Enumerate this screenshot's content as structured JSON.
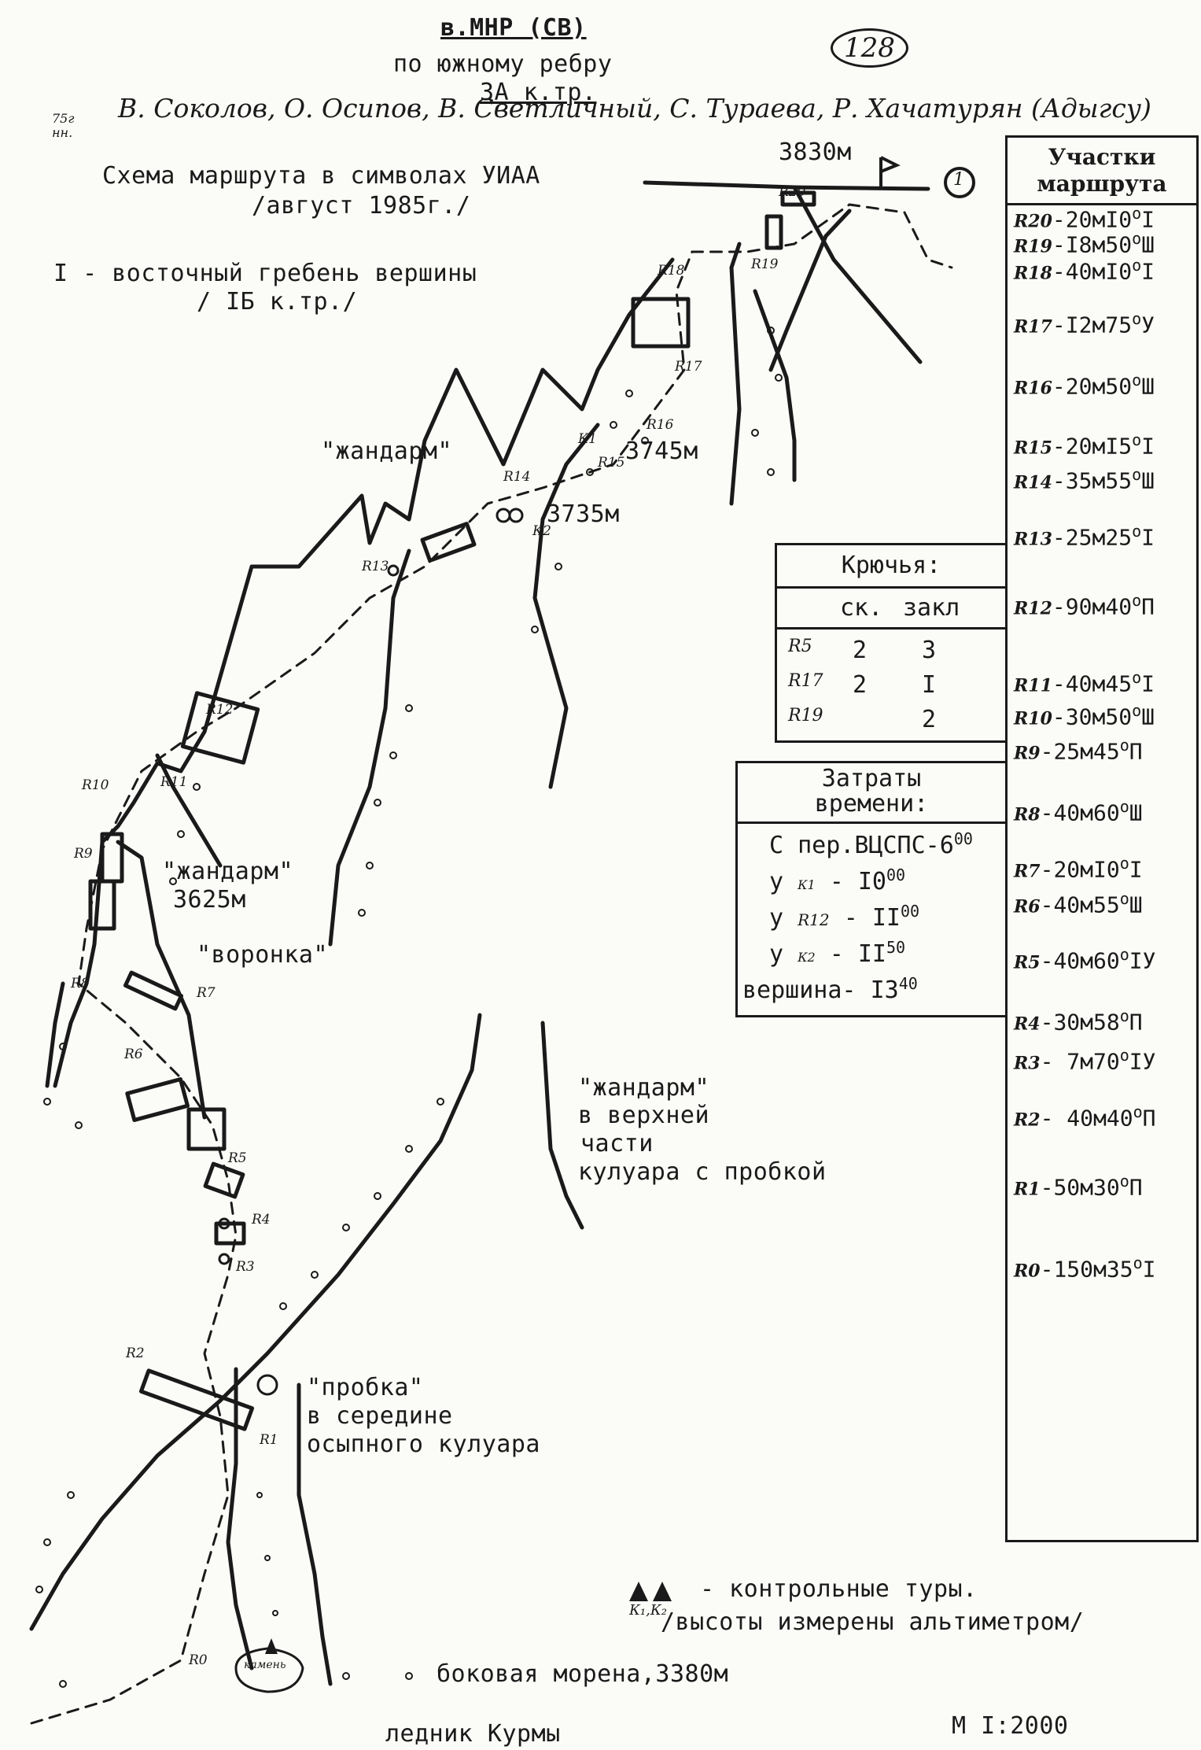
{
  "header": {
    "peak": "в.МНР (СВ)",
    "via": "по южному ребру",
    "grade": "3А к.тр.",
    "doc_number": "128",
    "margin_note": "75г нн.",
    "team": "В. Соколов, О. Осипов, В. Светличный, С. Тураева, Р. Хачатурян (Адыгсу)",
    "scheme_title": "Схема маршрута в символах УИАА",
    "scheme_date": "/август 1985г./",
    "descent_line1": "I - восточный гребень вершины",
    "descent_line2": "/ IБ к.тр./"
  },
  "map_labels": {
    "summit_alt": "3830м",
    "descent_marker": "1",
    "gendarme_upper": "\"жандарм\"",
    "alt_3745": "3745м",
    "alt_3735": "3735м",
    "gendarme_mid": "\"жандарм\"",
    "alt_3625": "3625м",
    "funnel": "\"воронка\"",
    "couloir_gendarme_1": "\"жандарм\"",
    "couloir_gendarme_2": "в верхней",
    "couloir_gendarme_3": "части",
    "couloir_gendarme_4": "кулуара с пробкой",
    "plug_1": "\"пробка\"",
    "plug_2": "в середине",
    "plug_3": "осыпного кулуара",
    "stone": "камень",
    "moraine": "боковая морена,3380м",
    "glacier": "ледник Курмы",
    "scale": "М I:2000",
    "cairns_note": "- контрольные туры.",
    "altimeter_note": "/высоты измерены альтиметром/",
    "cairn_labels": "К₁,К₂",
    "points": [
      "R0",
      "R1",
      "R2",
      "R3",
      "R4",
      "R5",
      "R6",
      "R7",
      "R8",
      "R9",
      "R10",
      "R11",
      "R12",
      "R13",
      "R14",
      "R15",
      "R16",
      "R17",
      "R18",
      "R19",
      "R20",
      "К1",
      "К2"
    ]
  },
  "sections": {
    "title_1": "Участки",
    "title_2": "маршрута",
    "items": [
      {
        "label": "R20",
        "value": "-20мI0",
        "grade": "I"
      },
      {
        "label": "R19",
        "value": "-I8м50",
        "grade": "Ш"
      },
      {
        "label": "R18",
        "value": "-40мI0",
        "grade": "I"
      },
      {
        "label": "R17",
        "value": "-I2м75",
        "grade": "У"
      },
      {
        "label": "R16",
        "value": "-20м50",
        "grade": "Ш"
      },
      {
        "label": "R15",
        "value": "-20мI5",
        "grade": "I"
      },
      {
        "label": "R14",
        "value": "-35м55",
        "grade": "Ш"
      },
      {
        "label": "R13",
        "value": "-25м25",
        "grade": "I"
      },
      {
        "label": "R12",
        "value": "-90м40",
        "grade": "П"
      },
      {
        "label": "R11",
        "value": "-40м45",
        "grade": "I"
      },
      {
        "label": "R10",
        "value": "-30м50",
        "grade": "Ш"
      },
      {
        "label": "R9",
        "value": "-25м45",
        "grade": "П"
      },
      {
        "label": "R8",
        "value": "-40м60",
        "grade": "Ш"
      },
      {
        "label": "R7",
        "value": "-20мI0",
        "grade": "I"
      },
      {
        "label": "R6",
        "value": "-40м55",
        "grade": "Ш"
      },
      {
        "label": "R5",
        "value": "-40м60",
        "grade": "IУ"
      },
      {
        "label": "R4",
        "value": "-30м58",
        "grade": "П"
      },
      {
        "label": "R3",
        "value": "- 7м70",
        "grade": "IУ"
      },
      {
        "label": "R2",
        "value": "- 40м40",
        "grade": "П"
      },
      {
        "label": "R1",
        "value": "-50м30",
        "grade": "П"
      },
      {
        "label": "R0",
        "value": "-150м35",
        "grade": "I"
      }
    ]
  },
  "pitons": {
    "title": "Крючья:",
    "col_rock": "ск.",
    "col_bolt": "закл",
    "rows": [
      {
        "label": "R5",
        "rock": "2",
        "bolt": "3"
      },
      {
        "label": "R17",
        "rock": "2",
        "bolt": "I"
      },
      {
        "label": "R19",
        "rock": "",
        "bolt": "2"
      }
    ]
  },
  "times": {
    "title_1": "Затраты",
    "title_2": "времени:",
    "pass_label": "С пер.ВЦСПС-",
    "pass_time": "6",
    "pass_min": "00",
    "at": "у",
    "k1_label": "К1",
    "k1_time": "- I0",
    "k1_min": "00",
    "r12_label": "R12",
    "r12_time": "- II",
    "r12_min": "00",
    "k2_label": "К2",
    "k2_time": "- II",
    "k2_min": "50",
    "summit_label": "вершина-",
    "summit_time": "I3",
    "summit_min": "40"
  },
  "colors": {
    "ink": "#1a1a1a",
    "paper": "#fbfbf8"
  }
}
